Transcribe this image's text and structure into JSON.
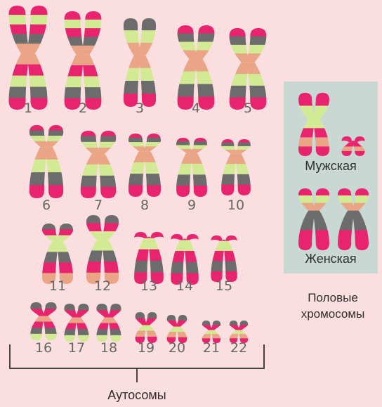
{
  "colors": {
    "background": "#fbdfe0",
    "panel": "#c9d8d3",
    "pink": "#e8246e",
    "grey": "#6c6c6c",
    "lime": "#d3ea94",
    "orange": "#e9a585",
    "bracket": "#444444"
  },
  "autosomes": [
    {
      "num": "1"
    },
    {
      "num": "2"
    },
    {
      "num": "3"
    },
    {
      "num": "4"
    },
    {
      "num": "5"
    },
    {
      "num": "6"
    },
    {
      "num": "7"
    },
    {
      "num": "8"
    },
    {
      "num": "9"
    },
    {
      "num": "10"
    },
    {
      "num": "11"
    },
    {
      "num": "12"
    },
    {
      "num": "13"
    },
    {
      "num": "14"
    },
    {
      "num": "15"
    },
    {
      "num": "16"
    },
    {
      "num": "17"
    },
    {
      "num": "18"
    },
    {
      "num": "19"
    },
    {
      "num": "20"
    },
    {
      "num": "21"
    },
    {
      "num": "22"
    }
  ],
  "sex_panel": {
    "male_label": "Мужская",
    "female_label": "Женская"
  },
  "labels": {
    "sex_chromosomes": "Половые хромосомы",
    "autosomes": "Аутосомы"
  }
}
